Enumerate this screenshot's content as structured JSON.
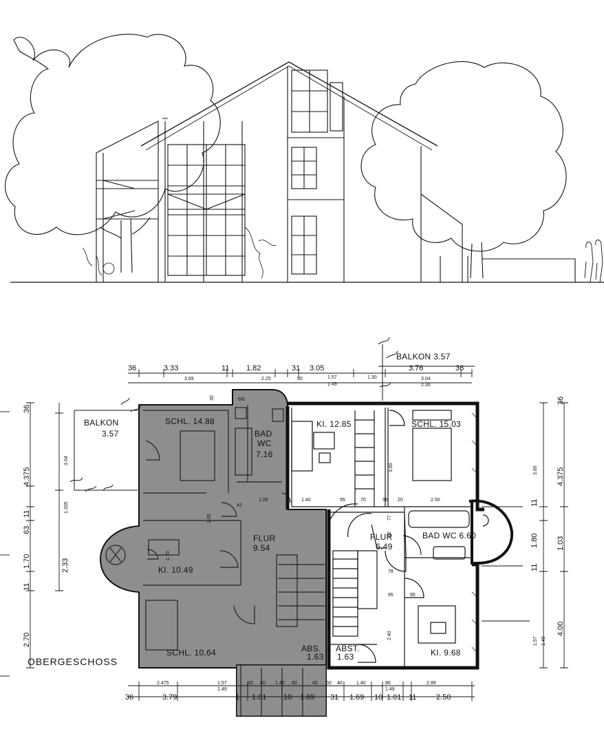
{
  "drawing": {
    "floor_title": "OBERGESCHOSS",
    "rooms": {
      "schl1": {
        "name": "SCHL.",
        "area": "14.88"
      },
      "bad1": {
        "name1": "BAD",
        "name2": "WC",
        "area": "7.16"
      },
      "kue1": {
        "name": "KI.",
        "area": "12.85"
      },
      "schl2": {
        "name": "SCHL.",
        "area": "15.03"
      },
      "balkon1": {
        "name": "BALKON",
        "area": "3.57"
      },
      "balkon2": {
        "name": "BALKON",
        "area": "3.57"
      },
      "flur1": {
        "name": "FLUR",
        "area": "9.54"
      },
      "flur2": {
        "name": "FLUR",
        "area": "6.49"
      },
      "bad2": {
        "name": "BAD WC",
        "area": "6.60"
      },
      "kue2": {
        "name": "KI.",
        "area": "10.49"
      },
      "schl3": {
        "name": "SCHL.",
        "area": "10.64"
      },
      "abs1": {
        "name": "ABS.",
        "area": "1.63"
      },
      "abs2": {
        "name": "ABST.",
        "area": "1.63"
      },
      "kue3": {
        "name": "KI.",
        "area": "9.68"
      }
    },
    "dims_top": [
      "36",
      "3.33",
      "11",
      "1.82",
      "31",
      "3.05",
      "3.76",
      "36"
    ],
    "dims_top_small": [
      "3.69",
      "2.25",
      "90",
      "1.57",
      "1.49",
      "1.30",
      "3.04",
      "2.30"
    ],
    "dims_bottom": [
      "36",
      "3.79",
      "1",
      "1.01",
      "10",
      "1.69",
      "31",
      "1.69",
      "10",
      "1.01",
      "11",
      "2.50"
    ],
    "dims_bottom_small": [
      "2.475",
      "1.57",
      "1.49",
      "20",
      "40",
      "1.40",
      "60",
      "40",
      "50",
      "40",
      "1.40",
      "86",
      "1.49",
      "2.99"
    ],
    "dims_left": [
      "36",
      "4.375",
      "11",
      "63",
      "1.70",
      "2.33",
      "11",
      "2.70"
    ],
    "dims_left_small": [
      "3.04",
      "1.335"
    ],
    "dims_right": [
      "36",
      "4.375",
      "11",
      "1.80",
      "1.03",
      "11",
      "4.00"
    ],
    "dims_right_small": [
      "3.60",
      "1.57",
      "1.49"
    ],
    "dims_interior": [
      "6/6",
      "1.40",
      "95",
      "70",
      "95",
      "20",
      "2.50",
      "1.05",
      "42",
      "95",
      "78",
      "95",
      "2.40",
      "3.60",
      "30",
      "1.70",
      "1.05",
      "77",
      "82"
    ]
  }
}
